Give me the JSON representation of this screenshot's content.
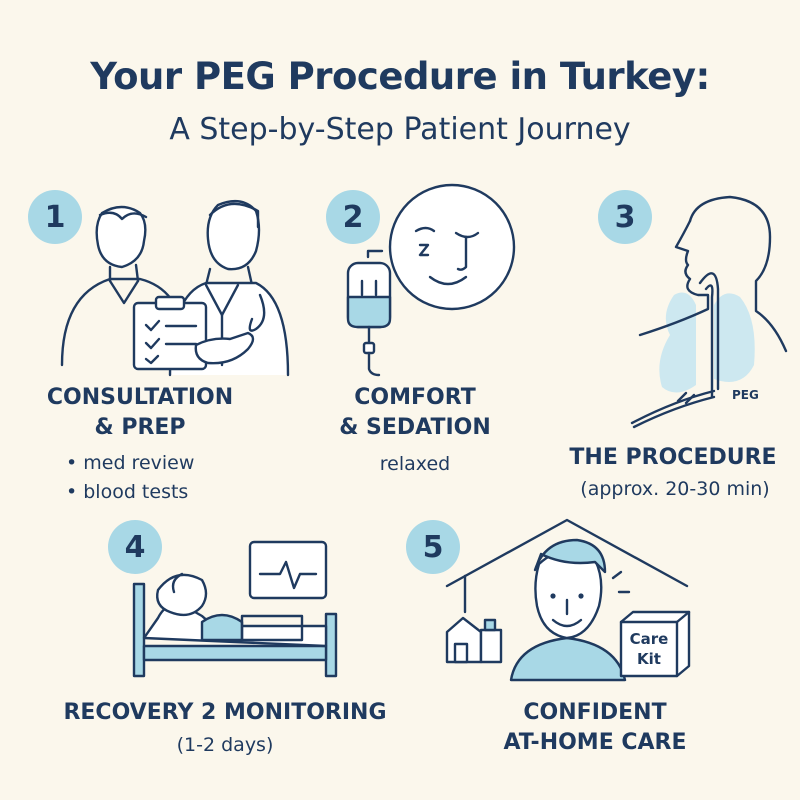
{
  "header": {
    "title": "Your PEG Procedure in Turkey:",
    "subtitle": "A Step-by-Step Patient Journey"
  },
  "colors": {
    "background": "#FBF7EC",
    "navy": "#1F3A5F",
    "accent_blue": "#A8D8E6"
  },
  "steps": [
    {
      "number": "1",
      "title_line1": "CONSULTATION",
      "title_line2": "& PREP",
      "details": [
        "• med review",
        "• blood tests"
      ],
      "icon": "doctor-consultation-icon"
    },
    {
      "number": "2",
      "title_line1": "COMFORT",
      "title_line2": "& SEDATION",
      "details": [
        "relaxed"
      ],
      "icon": "sedation-face-iv-icon"
    },
    {
      "number": "3",
      "title_line1": "THE PROCEDURE",
      "details": [
        "(approx. 20-30 min)"
      ],
      "diagram_label": "PEG",
      "icon": "peg-tube-anatomy-icon"
    },
    {
      "number": "4",
      "title_line1": "RECOVERY 2 MONITORING",
      "details": [
        "(1-2 days)"
      ],
      "icon": "hospital-bed-monitor-icon"
    },
    {
      "number": "5",
      "title_line1": "CONFIDENT",
      "title_line2": "AT-HOME CARE",
      "kit_label_line1": "Care",
      "kit_label_line2": "Kit",
      "icon": "home-care-kit-icon"
    }
  ]
}
